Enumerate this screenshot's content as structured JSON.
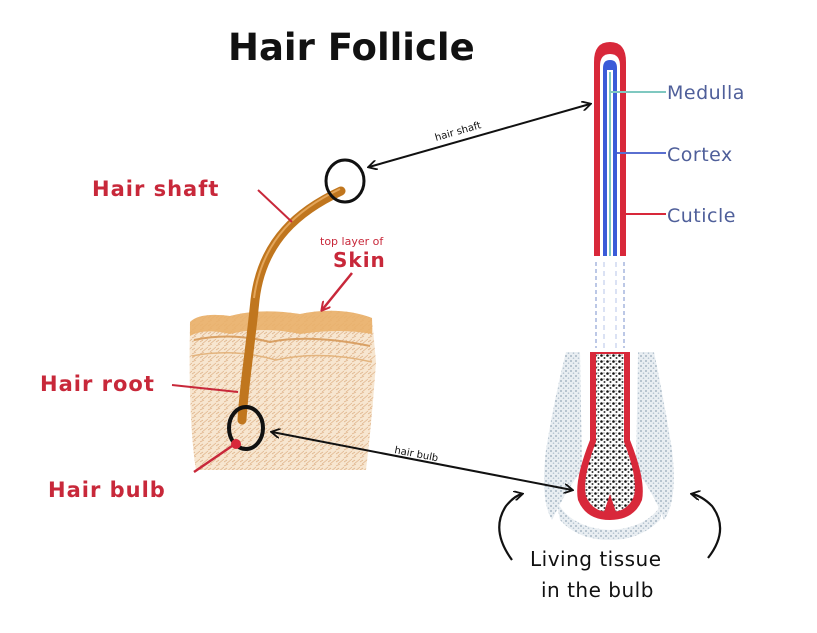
{
  "title": "Hair Follicle",
  "labels": {
    "hair_shaft": "Hair shaft",
    "top_layer": "top layer of",
    "skin": "Skin",
    "hair_root": "Hair root",
    "hair_bulb": "Hair bulb",
    "medulla": "Medulla",
    "cortex": "Cortex",
    "cuticle": "Cuticle",
    "arrow_hair_shaft": "hair shaft",
    "arrow_hair_bulb": "hair bulb",
    "living_tissue_line1": "Living tissue",
    "living_tissue_line2": "in the bulb"
  },
  "colors": {
    "label_red": "#c8283a",
    "label_blue": "#4f5f9a",
    "medulla_line": "#7fc8c0",
    "cortex_line": "#5a6fd0",
    "cuticle_red": "#d8283a",
    "hair_brown": "#c0761e",
    "skin_tan": "#e9c79a"
  }
}
